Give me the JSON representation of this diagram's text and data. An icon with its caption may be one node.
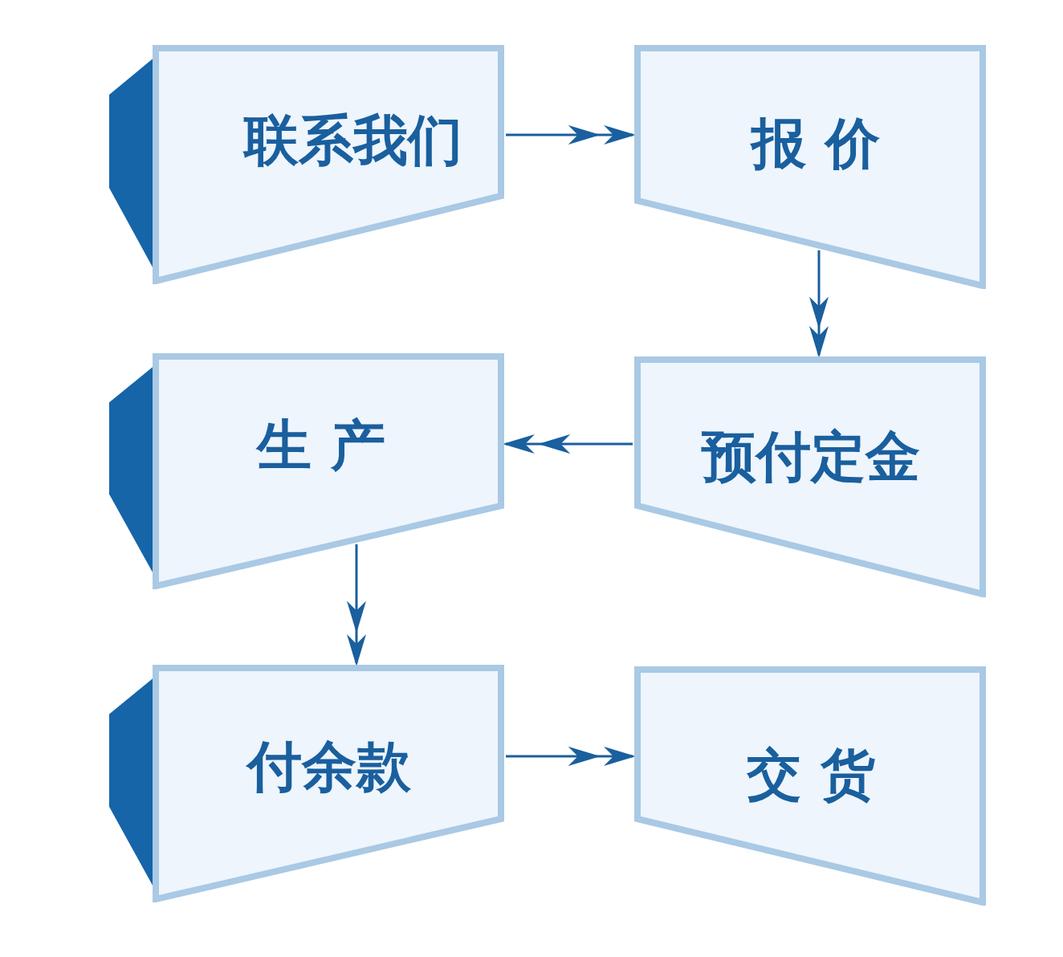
{
  "diagram": {
    "nodes": [
      {
        "text": [
          "联系我们"
        ]
      },
      {
        "text": [
          "报 价"
        ]
      },
      {
        "text": [
          "生 产"
        ]
      },
      {
        "text": [
          "预付定金"
        ]
      },
      {
        "text": [
          "付余款"
        ]
      },
      {
        "text": [
          "交 货"
        ]
      }
    ],
    "edges": [
      {
        "from": 0,
        "to": 1,
        "arrow": "to"
      },
      {
        "from": 1,
        "to": 3,
        "arrow": "to"
      },
      {
        "from": 3,
        "to": 2,
        "arrow": "to"
      },
      {
        "from": 2,
        "to": 4,
        "arrow": "to"
      },
      {
        "from": 4,
        "to": 5,
        "arrow": "to"
      }
    ]
  }
}
